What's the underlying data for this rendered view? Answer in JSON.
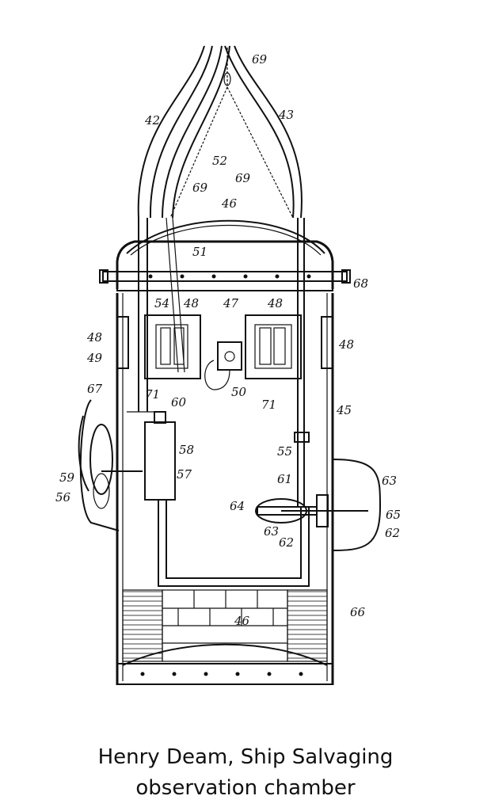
{
  "caption": {
    "line1": "Henry Deam, Ship Salvaging",
    "line2": "observation chamber"
  },
  "labels": {
    "l69a": "69",
    "l42": "42",
    "l43": "43",
    "l52": "52",
    "l69b": "69",
    "l69c": "69",
    "l46a": "46",
    "l51": "51",
    "l68": "68",
    "l54": "54",
    "l48a": "48",
    "l47": "47",
    "l48b": "48",
    "l48c": "48",
    "l48d": "48",
    "l49": "49",
    "l50": "50",
    "l71a": "71",
    "l71b": "71",
    "l67": "67",
    "l60": "60",
    "l45": "45",
    "l58": "58",
    "l55": "55",
    "l59": "59",
    "l57": "57",
    "l56": "56",
    "l61": "61",
    "l63a": "63",
    "l64": "64",
    "l65": "65",
    "l63b": "63",
    "l62a": "62",
    "l62b": "62",
    "l66": "66",
    "l46b": "46"
  }
}
